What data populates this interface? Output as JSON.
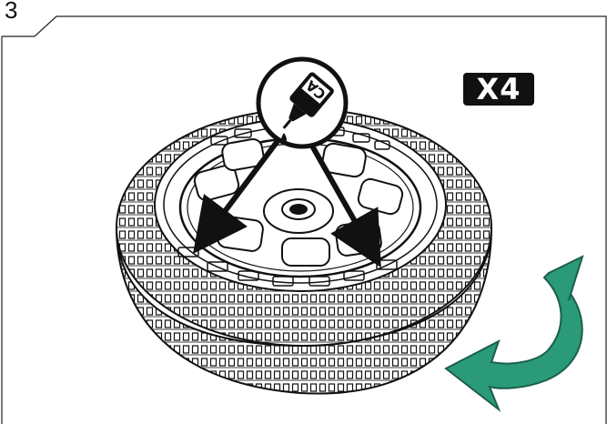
{
  "step": {
    "number": "3"
  },
  "badge": {
    "quantity": "X4"
  },
  "glue_bottle": {
    "label": "CA"
  },
  "colors": {
    "line": "#111111",
    "background": "#ffffff",
    "rotate_arrow": "#2a9a78",
    "rotate_arrow_outline": "#1d5e4a",
    "badge": "#111111",
    "badge_text": "#ffffff"
  },
  "icons": [
    "glue-bottle-icon",
    "rotate-arrow-icon",
    "tire-icon",
    "wheel-rim-icon"
  ]
}
